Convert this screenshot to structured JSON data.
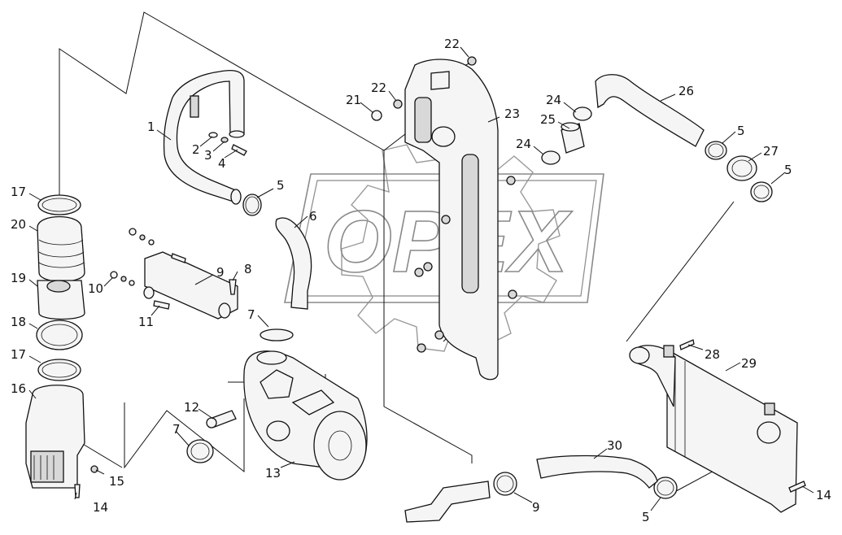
{
  "watermark": "OPEX",
  "callouts": [
    {
      "id": "c1",
      "text": "1"
    },
    {
      "id": "c2",
      "text": "2"
    },
    {
      "id": "c3",
      "text": "3"
    },
    {
      "id": "c4",
      "text": "4"
    },
    {
      "id": "c5a",
      "text": "5"
    },
    {
      "id": "c5b",
      "text": "5"
    },
    {
      "id": "c5c",
      "text": "5"
    },
    {
      "id": "c5d",
      "text": "5"
    },
    {
      "id": "c6",
      "text": "6"
    },
    {
      "id": "c7a",
      "text": "7"
    },
    {
      "id": "c7b",
      "text": "7"
    },
    {
      "id": "c8",
      "text": "8"
    },
    {
      "id": "c9a",
      "text": "9"
    },
    {
      "id": "c9b",
      "text": "9"
    },
    {
      "id": "c10",
      "text": "10"
    },
    {
      "id": "c11",
      "text": "11"
    },
    {
      "id": "c12",
      "text": "12"
    },
    {
      "id": "c13",
      "text": "13"
    },
    {
      "id": "c14a",
      "text": "14"
    },
    {
      "id": "c14b",
      "text": "14"
    },
    {
      "id": "c15",
      "text": "15"
    },
    {
      "id": "c16",
      "text": "16"
    },
    {
      "id": "c17a",
      "text": "17"
    },
    {
      "id": "c17b",
      "text": "17"
    },
    {
      "id": "c18",
      "text": "18"
    },
    {
      "id": "c19",
      "text": "19"
    },
    {
      "id": "c20",
      "text": "20"
    },
    {
      "id": "c21",
      "text": "21"
    },
    {
      "id": "c22a",
      "text": "22"
    },
    {
      "id": "c22b",
      "text": "22"
    },
    {
      "id": "c23",
      "text": "23"
    },
    {
      "id": "c24a",
      "text": "24"
    },
    {
      "id": "c24b",
      "text": "24"
    },
    {
      "id": "c25",
      "text": "25"
    },
    {
      "id": "c26",
      "text": "26"
    },
    {
      "id": "c27",
      "text": "27"
    },
    {
      "id": "c28",
      "text": "28"
    },
    {
      "id": "c29",
      "text": "29"
    },
    {
      "id": "c30",
      "text": "30"
    }
  ]
}
